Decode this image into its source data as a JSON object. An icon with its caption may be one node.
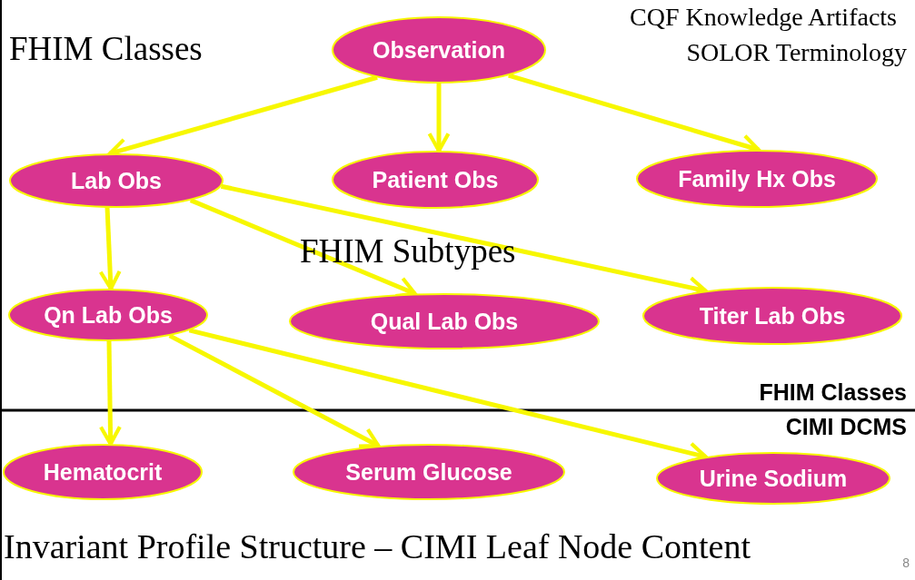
{
  "diagram": {
    "nodes": [
      {
        "text": [
          "Observation"
        ]
      },
      {
        "text": [
          "Lab Obs"
        ]
      },
      {
        "text": [
          "Patient Obs"
        ]
      },
      {
        "text": [
          "Family Hx Obs"
        ]
      },
      {
        "text": [
          "Qn Lab Obs"
        ]
      },
      {
        "text": [
          "Qual Lab Obs"
        ]
      },
      {
        "text": [
          "Titer Lab Obs"
        ]
      },
      {
        "text": [
          "Hematocrit"
        ]
      },
      {
        "text": [
          "Serum Glucose"
        ]
      },
      {
        "text": [
          "Urine Sodium"
        ]
      }
    ],
    "edges": [
      {
        "from": 0,
        "to": 1,
        "arrow": "to"
      },
      {
        "from": 0,
        "to": 2,
        "arrow": "to"
      },
      {
        "from": 0,
        "to": 3,
        "arrow": "to"
      },
      {
        "from": 1,
        "to": 4,
        "arrow": "to"
      },
      {
        "from": 1,
        "to": 5,
        "arrow": "to"
      },
      {
        "from": 1,
        "to": 6,
        "arrow": "to"
      },
      {
        "from": 4,
        "to": 7,
        "arrow": "to"
      },
      {
        "from": 4,
        "to": 8,
        "arrow": "to"
      },
      {
        "from": 4,
        "to": 9,
        "arrow": "to"
      }
    ],
    "labels": [
      "CQF Knowledge Artifacts",
      "SOLOR Terminology",
      "FHIM Classes",
      "FHIM Subtypes",
      "FHIM Classes",
      "CIMI DCMS",
      "Invariant Profile Structure – CIMI Leaf Node Content",
      "8"
    ]
  }
}
